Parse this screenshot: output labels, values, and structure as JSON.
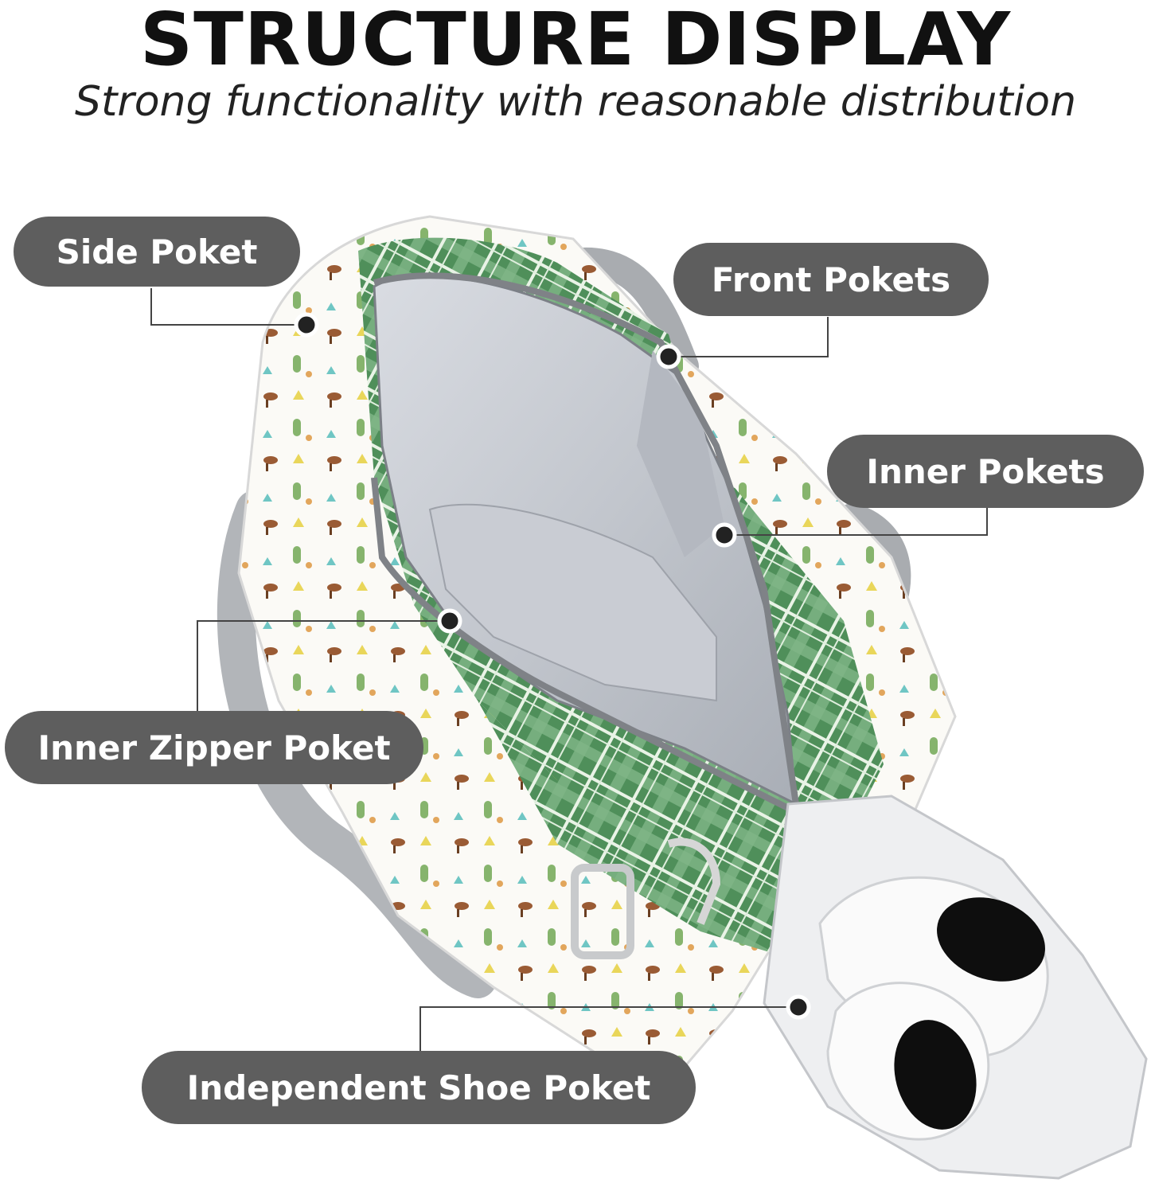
{
  "header": {
    "title": "STRUCTURE DISPLAY",
    "subtitle": "Strong functionality with reasonable distribution"
  },
  "callouts": {
    "side_pocket": "Side Poket",
    "front_pockets": "Front Pokets",
    "inner_pockets": "Inner Pokets",
    "inner_zipper_pocket": "Inner Zipper Poket",
    "shoe_pocket": "Independent Shoe Poket"
  },
  "colors": {
    "pill_background": "#5e5e5e",
    "plaid_green": "#4f8f5a",
    "lining_gray": "#b8bcc2",
    "strap_gray": "#a9acb0"
  }
}
